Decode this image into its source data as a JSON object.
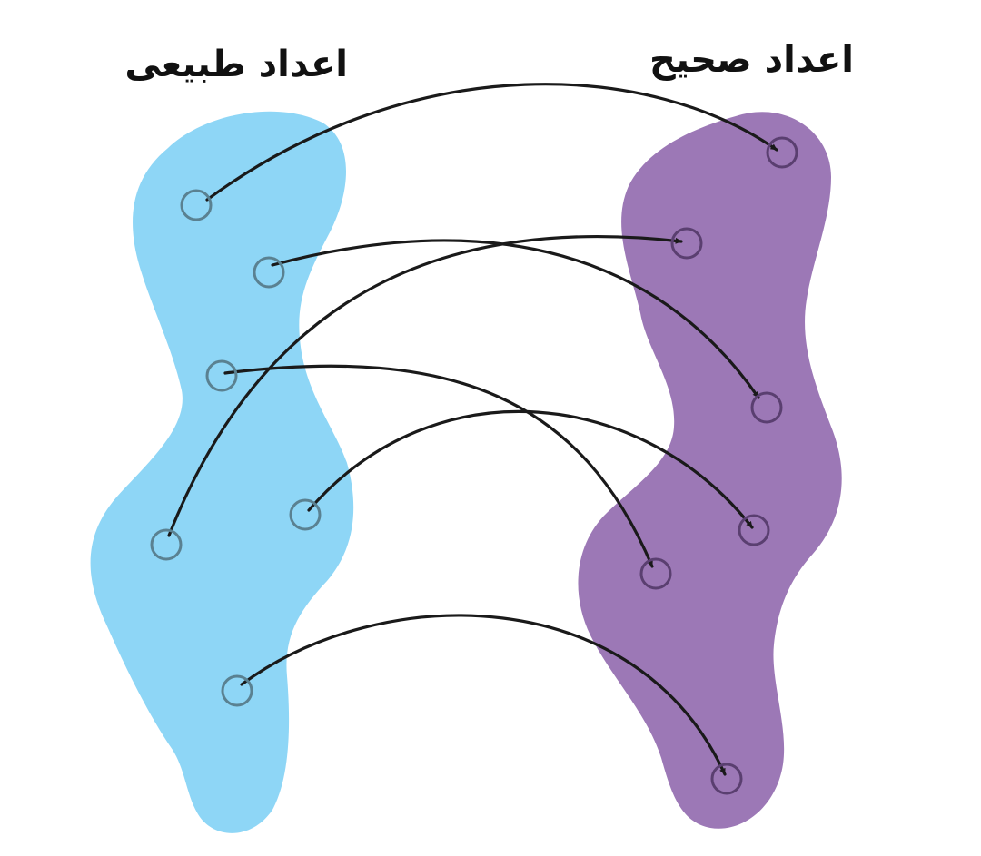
{
  "sets": {
    "natural": {
      "title": "اعداد طبیعی",
      "color": "#8ed6f6",
      "dot_color": "#5a8191"
    },
    "integer": {
      "title": "اعداد صحیح",
      "color": "#9c78b6",
      "dot_color": "#5a3f70"
    }
  },
  "arrow_color": "#1a1a1a",
  "mappings": [
    {
      "from": "natural-1",
      "to": "integer-1"
    },
    {
      "from": "natural-2",
      "to": "integer-3"
    },
    {
      "from": "natural-3",
      "to": "integer-5"
    },
    {
      "from": "natural-4",
      "to": "integer-2"
    },
    {
      "from": "natural-5",
      "to": "integer-4"
    },
    {
      "from": "natural-6",
      "to": "integer-6"
    }
  ]
}
